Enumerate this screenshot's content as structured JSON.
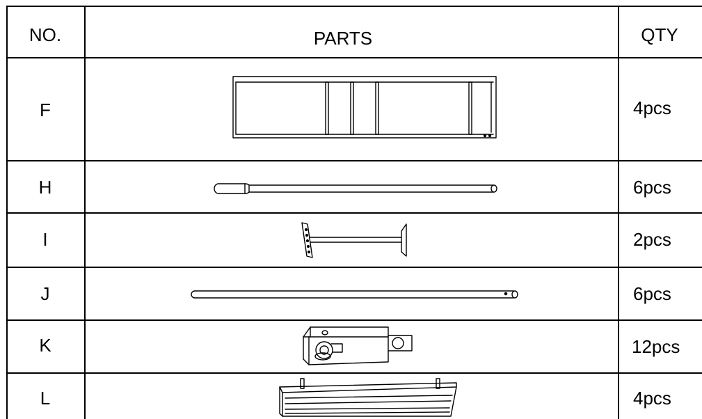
{
  "table": {
    "headers": {
      "no": "NO.",
      "parts": "PARTS",
      "qty": "QTY"
    },
    "rows": [
      {
        "no": "F",
        "part_icon": "side-panel-icon",
        "qty": "4pcs"
      },
      {
        "no": "H",
        "part_icon": "stepped-tube-icon",
        "qty": "6pcs"
      },
      {
        "no": "I",
        "part_icon": "bracket-rod-icon",
        "qty": "2pcs"
      },
      {
        "no": "J",
        "part_icon": "straight-tube-icon",
        "qty": "6pcs"
      },
      {
        "no": "K",
        "part_icon": "wheel-block-icon",
        "qty": "12pcs"
      },
      {
        "no": "L",
        "part_icon": "rail-channel-icon",
        "qty": "4pcs"
      }
    ]
  }
}
